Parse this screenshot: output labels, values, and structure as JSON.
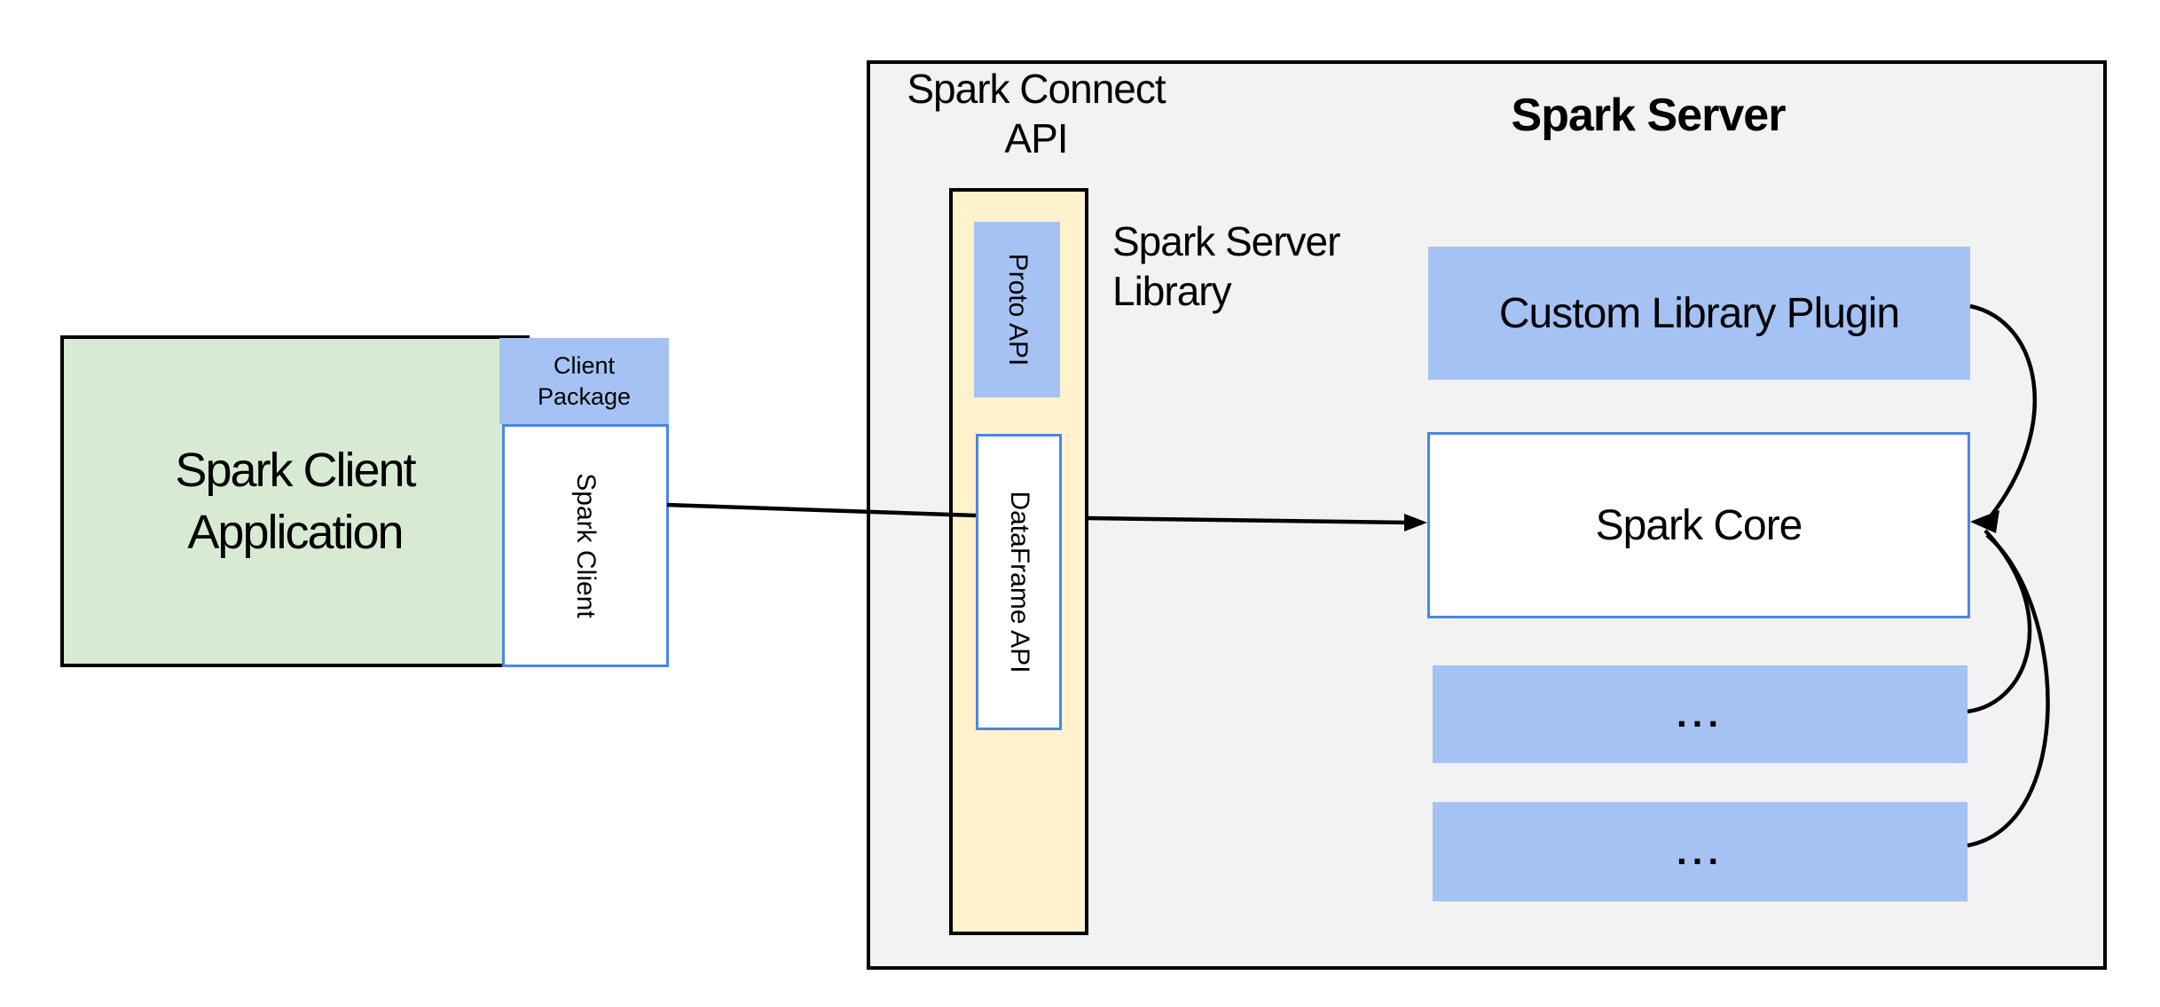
{
  "diagram": {
    "client": {
      "app_line1": "Spark Client",
      "app_line2": "Application",
      "package_line1": "Client",
      "package_line2": "Package",
      "client_label": "Spark Client"
    },
    "connect": {
      "title_line1": "Spark Connect",
      "title_line2": "API",
      "proto_label": "Proto API",
      "dataframe_label": "DataFrame API",
      "library_line1": "Spark Server",
      "library_line2": "Library"
    },
    "server": {
      "title": "Spark Server",
      "plugin_label": "Custom Library Plugin",
      "core_label": "Spark Core",
      "ext1_label": "...",
      "ext2_label": "..."
    },
    "colors": {
      "green_fill": "#d9ead3",
      "blue_fill": "#a4c2f4",
      "yellow_fill": "#fff2cc",
      "gray_fill": "#f2f2f2",
      "blue_border": "#4a86e8",
      "line": "#000000"
    }
  }
}
